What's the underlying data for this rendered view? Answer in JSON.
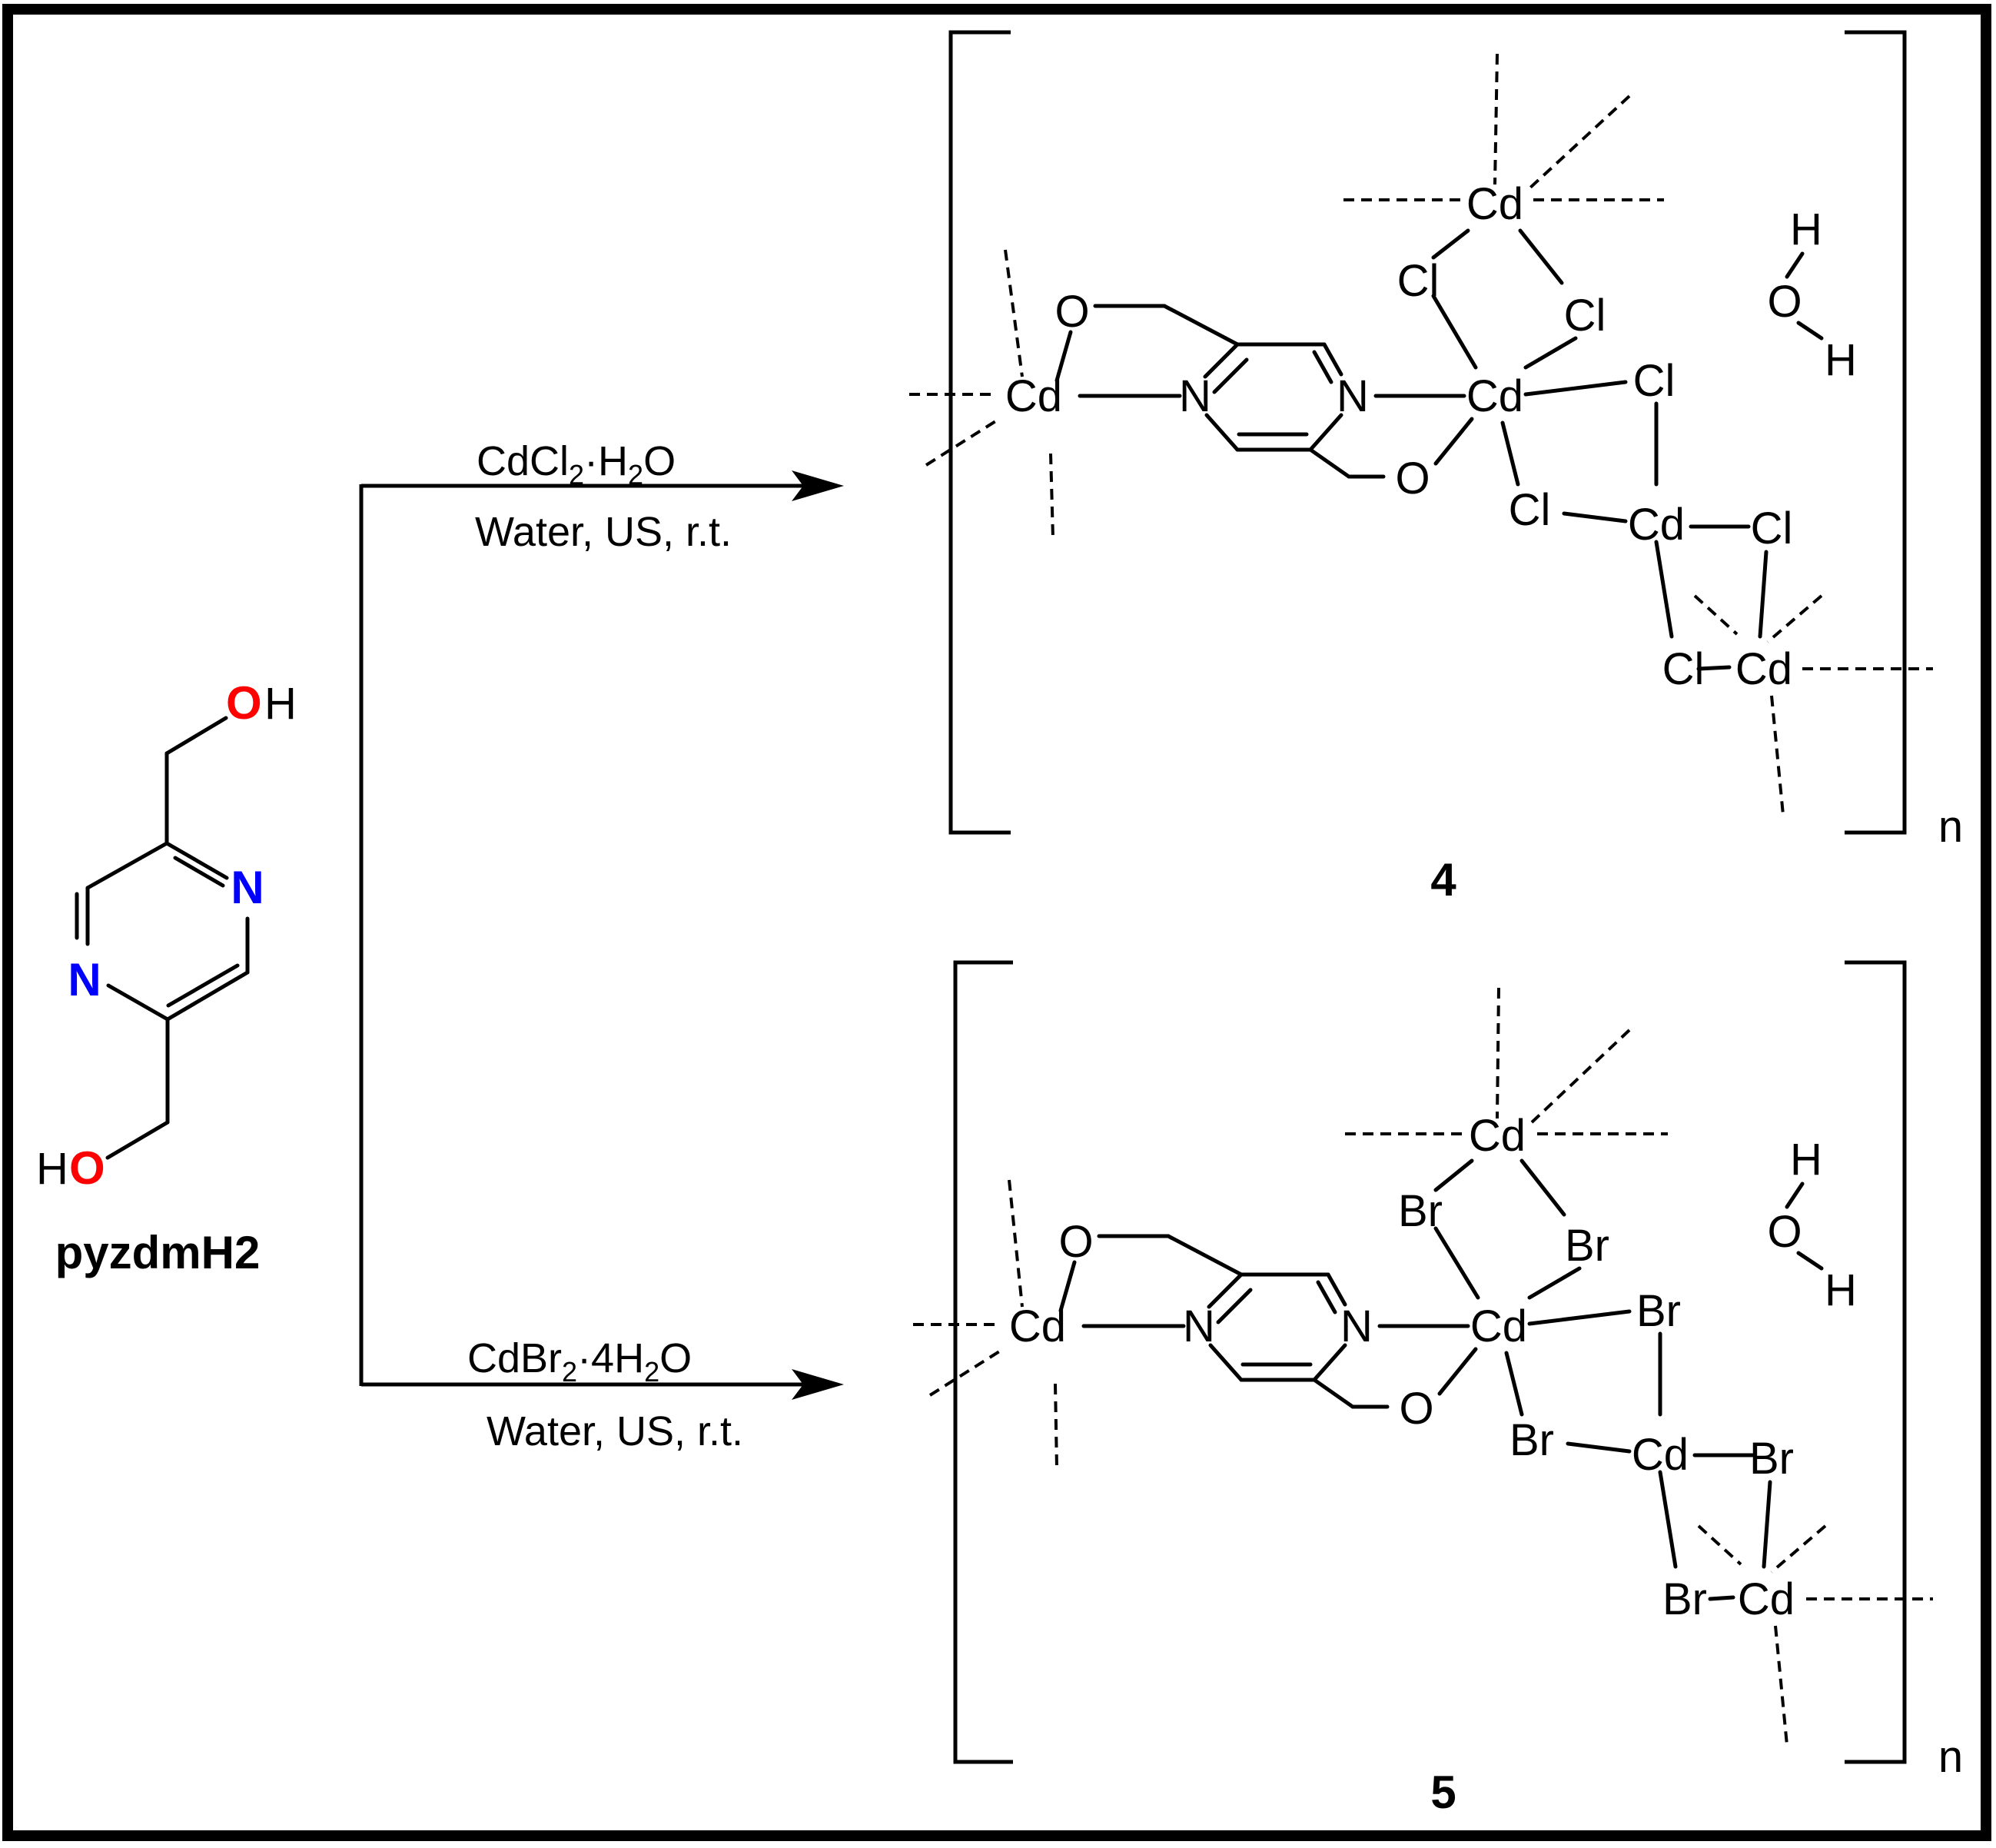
{
  "ligand": {
    "name": "pyzdmH2",
    "atom_O": "O",
    "atom_H": "H",
    "atom_N": "N",
    "colors": {
      "oxygen": "#FF0000",
      "nitrogen": "#0000FF",
      "bond": "#000000"
    }
  },
  "reaction_top": {
    "reagent_pre": "CdCl",
    "reagent_sub": "2",
    "reagent_post": "·H",
    "reagent_sub2": "2",
    "reagent_end": "O",
    "conditions": "Water,  US,  r.t."
  },
  "reaction_bottom": {
    "reagent_pre": "CdBr",
    "reagent_sub": "2",
    "reagent_post": "·4H",
    "reagent_sub2": "2",
    "reagent_end": "O",
    "conditions": "Water,  US,  r.t."
  },
  "product_4": {
    "label": "4",
    "subscript_n": "n",
    "halide": "Cl",
    "metal": "Cd",
    "atom_O": "O",
    "atom_N": "N",
    "atom_H": "H"
  },
  "product_5": {
    "label": "5",
    "subscript_n": "n",
    "halide": "Br",
    "metal": "Cd",
    "atom_O": "O",
    "atom_N": "N",
    "atom_H": "H"
  }
}
